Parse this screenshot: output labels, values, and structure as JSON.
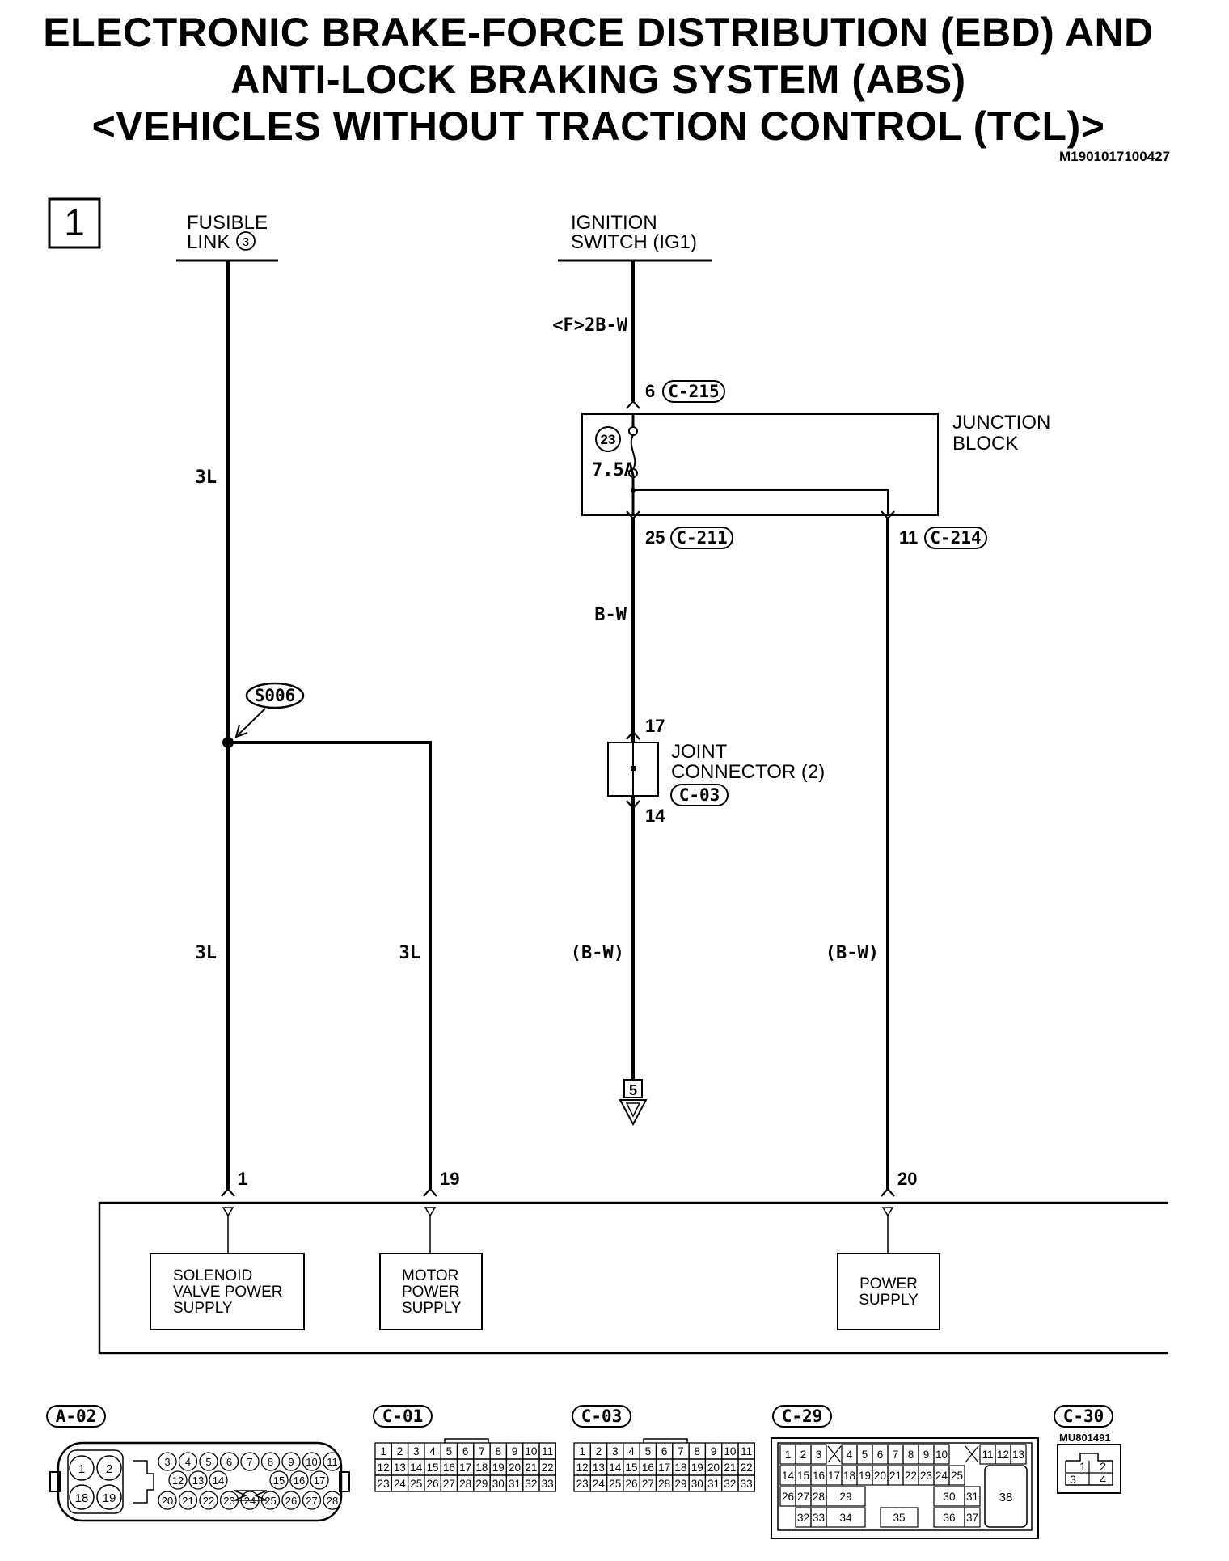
{
  "title": {
    "line1": "ELECTRONIC BRAKE-FORCE DISTRIBUTION (EBD) AND",
    "line2": "ANTI-LOCK BRAKING SYSTEM (ABS)",
    "line3": "<VEHICLES WITHOUT TRACTION CONTROL (TCL)>",
    "doc_id": "M1901017100427"
  },
  "sheet_number": "1",
  "sources": {
    "fusible_link_l1": "FUSIBLE",
    "fusible_link_l2": "LINK",
    "fusible_link_num": "3",
    "ignition_l1": "IGNITION",
    "ignition_l2": "SWITCH (IG1)"
  },
  "wires": {
    "ig_wire": "<F>2B-W",
    "left_top": "3L",
    "left_bottom": "3L",
    "right_3l": "3L",
    "bw_top": "B-W",
    "bw_bottom": "(B-W)",
    "bw_right": "(B-W)"
  },
  "junction_block": {
    "label_l1": "JUNCTION",
    "label_l2": "BLOCK",
    "fuse_num": "23",
    "fuse_rating": "7.5A",
    "pin_in": "6",
    "conn_in": "C-215",
    "pin_out1": "25",
    "conn_out1": "C-211",
    "pin_out2": "11",
    "conn_out2": "C-214"
  },
  "splice": "S006",
  "joint_connector": {
    "label_l1": "JOINT",
    "label_l2": "CONNECTOR (2)",
    "conn": "C-03",
    "pin_in": "17",
    "pin_out": "14"
  },
  "off_page": "5",
  "ecu": {
    "pin1": "1",
    "pin19": "19",
    "pin20": "20",
    "solenoid_l1": "SOLENOID",
    "solenoid_l2": "VALVE POWER",
    "solenoid_l3": "SUPPLY",
    "motor_l1": "MOTOR",
    "motor_l2": "POWER",
    "motor_l3": "SUPPLY",
    "power_l1": "POWER",
    "power_l2": "SUPPLY"
  },
  "connectors": {
    "a02": "A-02",
    "c01": "C-01",
    "c03": "C-03",
    "c29": "C-29",
    "c30": "C-30",
    "c30_part": "MU801491",
    "a02_big": [
      "1",
      "2",
      "18",
      "19"
    ],
    "a02_top": [
      "3",
      "4",
      "5",
      "6",
      "7",
      "8",
      "9",
      "10",
      "11"
    ],
    "a02_mid": [
      "12",
      "13",
      "14",
      "15",
      "16",
      "17"
    ],
    "a02_bot": [
      "20",
      "21",
      "22",
      "23",
      "24",
      "25",
      "26",
      "27",
      "28"
    ],
    "grid33": [
      [
        "1",
        "2",
        "3",
        "4",
        "5",
        "6",
        "7",
        "8",
        "9",
        "10",
        "11"
      ],
      [
        "12",
        "13",
        "14",
        "15",
        "16",
        "17",
        "18",
        "19",
        "20",
        "21",
        "22"
      ],
      [
        "23",
        "24",
        "25",
        "26",
        "27",
        "28",
        "29",
        "30",
        "31",
        "32",
        "33"
      ]
    ],
    "c29_row1": [
      "1",
      "2",
      "3",
      "4",
      "5",
      "6",
      "7",
      "8",
      "9",
      "10",
      "11",
      "12",
      "13"
    ],
    "c29_row2": [
      "14",
      "15",
      "16",
      "17",
      "18",
      "19",
      "20",
      "21",
      "22",
      "23",
      "24",
      "25"
    ],
    "c29_row3": [
      "26",
      "27",
      "28",
      "29",
      "30",
      "31"
    ],
    "c29_row4": [
      "32",
      "33",
      "34",
      "35",
      "36",
      "37"
    ],
    "c29_big": "38",
    "c30_pins": [
      "1",
      "2",
      "3",
      "4"
    ]
  }
}
